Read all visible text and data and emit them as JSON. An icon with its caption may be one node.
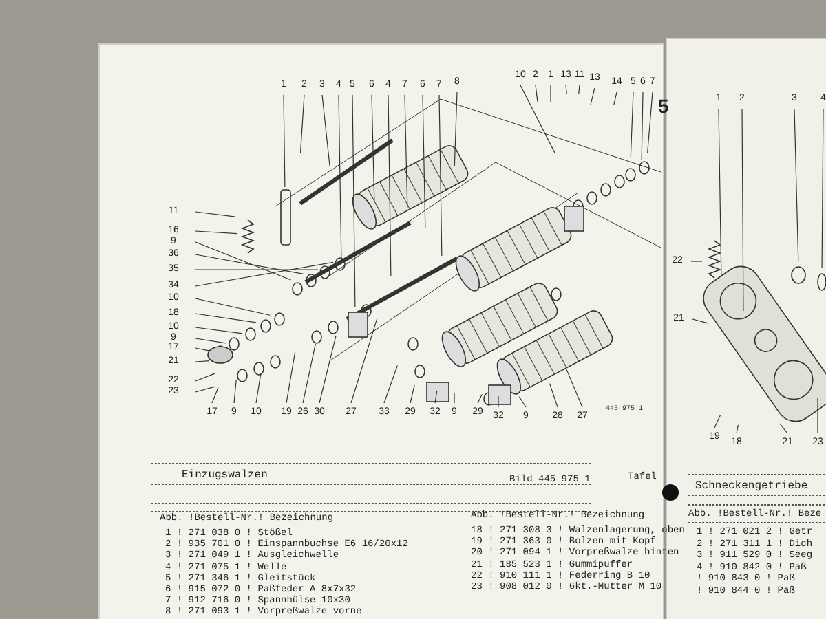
{
  "diagram": {
    "nodes": [
      {
        "text": [
          "1"
        ]
      },
      {
        "text": [
          "2"
        ]
      },
      {
        "text": [
          "3"
        ]
      },
      {
        "text": [
          "4"
        ]
      },
      {
        "text": [
          "5"
        ]
      },
      {
        "text": [
          "6"
        ]
      },
      {
        "text": [
          "4"
        ]
      },
      {
        "text": [
          "7"
        ]
      },
      {
        "text": [
          "6"
        ]
      },
      {
        "text": [
          "7"
        ]
      },
      {
        "text": [
          "8"
        ]
      },
      {
        "text": [
          "10"
        ]
      },
      {
        "text": [
          "2"
        ]
      },
      {
        "text": [
          "1"
        ]
      },
      {
        "text": [
          "13"
        ]
      },
      {
        "text": [
          "11"
        ]
      },
      {
        "text": [
          "13"
        ]
      },
      {
        "text": [
          "14"
        ]
      },
      {
        "text": [
          "5"
        ]
      },
      {
        "text": [
          "6"
        ]
      },
      {
        "text": [
          "7"
        ]
      },
      {
        "text": [
          "11"
        ]
      },
      {
        "text": [
          "16"
        ]
      },
      {
        "text": [
          "9"
        ]
      },
      {
        "text": [
          "36"
        ]
      },
      {
        "text": [
          "35"
        ]
      },
      {
        "text": [
          "34"
        ]
      },
      {
        "text": [
          "10"
        ]
      },
      {
        "text": [
          "18"
        ]
      },
      {
        "text": [
          "10"
        ]
      },
      {
        "text": [
          "9"
        ]
      },
      {
        "text": [
          "17"
        ]
      },
      {
        "text": [
          "21"
        ]
      },
      {
        "text": [
          "22"
        ]
      },
      {
        "text": [
          "23"
        ]
      },
      {
        "text": [
          "17"
        ]
      },
      {
        "text": [
          "9"
        ]
      },
      {
        "text": [
          "10"
        ]
      },
      {
        "text": [
          "19"
        ]
      },
      {
        "text": [
          "26"
        ]
      },
      {
        "text": [
          "30"
        ]
      },
      {
        "text": [
          "27"
        ]
      },
      {
        "text": [
          "33"
        ]
      },
      {
        "text": [
          "29"
        ]
      },
      {
        "text": [
          "32"
        ]
      },
      {
        "text": [
          "9"
        ]
      },
      {
        "text": [
          "29"
        ]
      },
      {
        "text": [
          "32"
        ]
      },
      {
        "text": [
          "9"
        ]
      },
      {
        "text": [
          "28"
        ]
      },
      {
        "text": [
          "27"
        ]
      },
      {
        "text": [
          "1"
        ]
      },
      {
        "text": [
          "2"
        ]
      },
      {
        "text": [
          "3"
        ]
      },
      {
        "text": [
          "4"
        ]
      },
      {
        "text": [
          "22"
        ]
      },
      {
        "text": [
          "21"
        ]
      },
      {
        "text": [
          "19"
        ]
      },
      {
        "text": [
          "18"
        ]
      },
      {
        "text": [
          "21"
        ]
      },
      {
        "text": [
          "23"
        ]
      },
      {
        "text": [],
        "shape": "picture"
      },
      {
        "text": [],
        "shape": "picture"
      }
    ],
    "edges": [
      {
        "from": 0,
        "to": 61,
        "arrow": "none"
      },
      {
        "from": 1,
        "to": 61,
        "arrow": "none"
      },
      {
        "from": 2,
        "to": 61,
        "arrow": "none"
      },
      {
        "from": 3,
        "to": 61,
        "arrow": "none"
      },
      {
        "from": 4,
        "to": 61,
        "arrow": "none"
      },
      {
        "from": 5,
        "to": 61,
        "arrow": "none"
      },
      {
        "from": 6,
        "to": 61,
        "arrow": "none"
      },
      {
        "from": 7,
        "to": 61,
        "arrow": "none"
      },
      {
        "from": 8,
        "to": 61,
        "arrow": "none"
      },
      {
        "from": 9,
        "to": 61,
        "arrow": "none"
      },
      {
        "from": 10,
        "to": 61,
        "arrow": "none"
      },
      {
        "from": 11,
        "to": 61,
        "arrow": "none"
      },
      {
        "from": 12,
        "to": 61,
        "arrow": "none"
      },
      {
        "from": 13,
        "to": 61,
        "arrow": "none"
      },
      {
        "from": 14,
        "to": 61,
        "arrow": "none"
      },
      {
        "from": 15,
        "to": 61,
        "arrow": "none"
      },
      {
        "from": 16,
        "to": 61,
        "arrow": "none"
      },
      {
        "from": 17,
        "to": 61,
        "arrow": "none"
      },
      {
        "from": 18,
        "to": 61,
        "arrow": "none"
      },
      {
        "from": 19,
        "to": 61,
        "arrow": "none"
      },
      {
        "from": 20,
        "to": 61,
        "arrow": "none"
      },
      {
        "from": 21,
        "to": 61,
        "arrow": "none"
      },
      {
        "from": 22,
        "to": 61,
        "arrow": "none"
      },
      {
        "from": 23,
        "to": 61,
        "arrow": "none"
      },
      {
        "from": 24,
        "to": 61,
        "arrow": "none"
      },
      {
        "from": 25,
        "to": 61,
        "arrow": "none"
      },
      {
        "from": 26,
        "to": 61,
        "arrow": "none"
      },
      {
        "from": 27,
        "to": 61,
        "arrow": "none"
      },
      {
        "from": 28,
        "to": 61,
        "arrow": "none"
      },
      {
        "from": 29,
        "to": 61,
        "arrow": "none"
      },
      {
        "from": 30,
        "to": 61,
        "arrow": "none"
      },
      {
        "from": 31,
        "to": 61,
        "arrow": "none"
      },
      {
        "from": 32,
        "to": 61,
        "arrow": "none"
      },
      {
        "from": 33,
        "to": 61,
        "arrow": "none"
      },
      {
        "from": 34,
        "to": 61,
        "arrow": "none"
      },
      {
        "from": 35,
        "to": 61,
        "arrow": "none"
      },
      {
        "from": 36,
        "to": 61,
        "arrow": "none"
      },
      {
        "from": 37,
        "to": 61,
        "arrow": "none"
      },
      {
        "from": 38,
        "to": 61,
        "arrow": "none"
      },
      {
        "from": 39,
        "to": 61,
        "arrow": "none"
      },
      {
        "from": 40,
        "to": 61,
        "arrow": "none"
      },
      {
        "from": 41,
        "to": 61,
        "arrow": "none"
      },
      {
        "from": 42,
        "to": 61,
        "arrow": "none"
      },
      {
        "from": 43,
        "to": 61,
        "arrow": "none"
      },
      {
        "from": 44,
        "to": 61,
        "arrow": "none"
      },
      {
        "from": 45,
        "to": 61,
        "arrow": "none"
      },
      {
        "from": 46,
        "to": 61,
        "arrow": "none"
      },
      {
        "from": 47,
        "to": 61,
        "arrow": "none"
      },
      {
        "from": 48,
        "to": 61,
        "arrow": "none"
      },
      {
        "from": 49,
        "to": 61,
        "arrow": "none"
      },
      {
        "from": 50,
        "to": 61,
        "arrow": "none"
      },
      {
        "from": 51,
        "to": 62,
        "arrow": "none"
      },
      {
        "from": 52,
        "to": 62,
        "arrow": "none"
      },
      {
        "from": 53,
        "to": 62,
        "arrow": "none"
      },
      {
        "from": 54,
        "to": 62,
        "arrow": "none"
      },
      {
        "from": 55,
        "to": 62,
        "arrow": "none"
      },
      {
        "from": 56,
        "to": 62,
        "arrow": "none"
      },
      {
        "from": 57,
        "to": 62,
        "arrow": "none"
      },
      {
        "from": 58,
        "to": 62,
        "arrow": "none"
      },
      {
        "from": 59,
        "to": 62,
        "arrow": "none"
      },
      {
        "from": 60,
        "to": 62,
        "arrow": "none"
      }
    ],
    "labels": [
      "5",
      "445 975 1",
      "Einzugswalzen",
      "Bild 445 975 1",
      "Tafel",
      "Abb. !Bestell-Nr.! Bezeichnung",
      "1 ! 271 038 0 ! Stößel",
      "2 ! 935 701 0 ! Einspannbuchse E6 16/20x12",
      "3 ! 271 049 1 ! Ausgleichwelle",
      "4 ! 271 075 1 ! Welle",
      "5 ! 271 346 1 ! Gleitstück",
      "6 ! 915 072 0 ! Paßfeder A 8x7x32",
      "7 ! 912 716 0 ! Spannhülse 10x30",
      "8 ! 271 093 1 ! Vorpreßwalze vorne",
      "Abb. !Bestell-Nr.! Bezeichnung",
      "18 ! 271 308 3 ! Walzenlagerung, oben",
      "19 ! 271 363 0 ! Bolzen mit Kopf",
      "20 ! 271 094 1 ! Vorpreßwalze hinten",
      "21 ! 185 523 1 ! Gummipuffer",
      "22 ! 910 111 1 ! Federring B 10",
      "23 ! 908 012 0 ! 6kt.-Mutter M 10",
      "Schneckengetriebe",
      "Abb. !Bestell-Nr.! Beze",
      "1 ! 271 021 2 ! Getr",
      "2 ! 271 311 1 ! Dich",
      "3 ! 911 529 0 ! Seeg",
      "4 ! 910 842 0 ! Paß",
      "! 910 843 0 ! Paß",
      "! 910 844 0 ! Paß"
    ]
  }
}
